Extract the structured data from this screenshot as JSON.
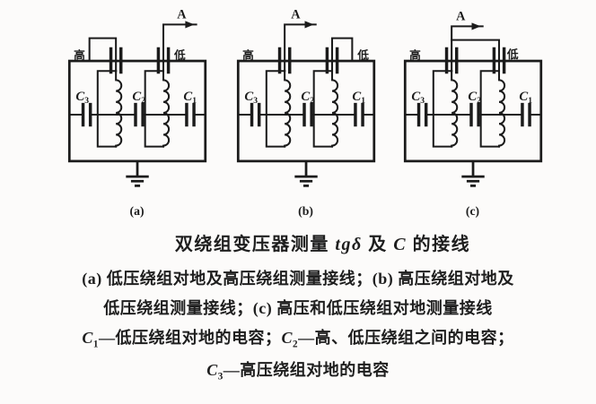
{
  "colors": {
    "ink": "#1b1b1b",
    "paper": "#fcfbfa"
  },
  "figure": {
    "diagrams": [
      {
        "label": "(a)",
        "terminal_label": "A",
        "hv_label": "高",
        "lv_label": "低",
        "capacitors": [
          {
            "sym": "C",
            "sub": "3"
          },
          {
            "sym": "C",
            "sub": "2"
          },
          {
            "sym": "C",
            "sub": "1"
          }
        ]
      },
      {
        "label": "(b)",
        "terminal_label": "A",
        "hv_label": "高",
        "lv_label": "低",
        "capacitors": [
          {
            "sym": "C",
            "sub": "3"
          },
          {
            "sym": "C",
            "sub": "2"
          },
          {
            "sym": "C",
            "sub": "1"
          }
        ]
      },
      {
        "label": "(c)",
        "terminal_label": "A",
        "hv_label": "高",
        "lv_label": "低",
        "capacitors": [
          {
            "sym": "C",
            "sub": "3"
          },
          {
            "sym": "C",
            "sub": "2"
          },
          {
            "sym": "C",
            "sub": "1"
          }
        ]
      }
    ],
    "captions": [
      {
        "segments": [
          {
            "text": "双绕组变压器测量 "
          },
          {
            "text": "tgδ",
            "italic": true
          },
          {
            "text": " 及 "
          },
          {
            "text": "C",
            "italic": true
          },
          {
            "text": " 的接线"
          }
        ]
      },
      {
        "segments": [
          {
            "text": "(a) 低压绕组对地及高压绕组测量接线；(b) 高压绕组对地及"
          }
        ]
      },
      {
        "segments": [
          {
            "text": "低压绕组测量接线；(c) 高压和低压绕组对地测量接线"
          }
        ]
      },
      {
        "segments": [
          {
            "text": "C",
            "italic": true
          },
          {
            "text": "1",
            "sub": true
          },
          {
            "text": "—低压绕组对地的电容；"
          },
          {
            "text": "C",
            "italic": true
          },
          {
            "text": "2",
            "sub": true
          },
          {
            "text": "—高、低压绕组之间的电容；"
          }
        ]
      },
      {
        "segments": [
          {
            "text": "C",
            "italic": true
          },
          {
            "text": "3",
            "sub": true
          },
          {
            "text": "—高压绕组对地的电容"
          }
        ]
      }
    ]
  }
}
